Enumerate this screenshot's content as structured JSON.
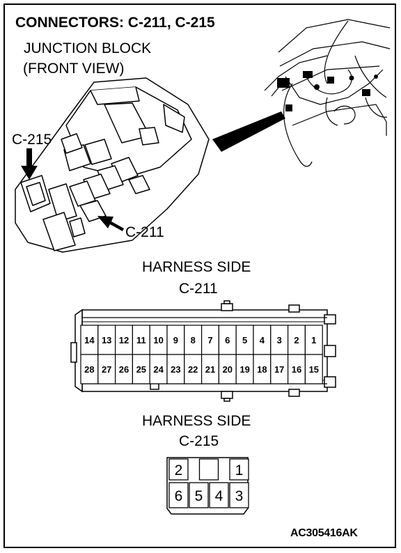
{
  "title": "CONNECTORS: C-211, C-215",
  "junction_block": {
    "line1": "JUNCTION BLOCK",
    "line2": "(FRONT VIEW)"
  },
  "callouts": {
    "c215": "C-215",
    "c211": "C-211"
  },
  "harness_c211": {
    "heading": "HARNESS SIDE",
    "connector": "C-211",
    "top_row": [
      "14",
      "13",
      "12",
      "11",
      "10",
      "9",
      "8",
      "7",
      "6",
      "5",
      "4",
      "3",
      "2",
      "1"
    ],
    "bottom_row": [
      "28",
      "27",
      "26",
      "25",
      "24",
      "23",
      "22",
      "21",
      "20",
      "19",
      "18",
      "17",
      "16",
      "15"
    ]
  },
  "harness_c215": {
    "heading": "HARNESS SIDE",
    "connector": "C-215",
    "top_row": [
      "2",
      "",
      "1"
    ],
    "bottom_row": [
      "6",
      "5",
      "4",
      "3"
    ]
  },
  "figure_code": "AC305416AK"
}
